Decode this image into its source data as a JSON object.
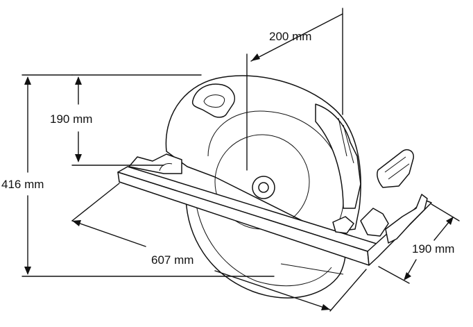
{
  "dimensions": {
    "depth_top": "200 mm",
    "cut_height": "190 mm",
    "overall_height": "416 mm",
    "length": "607 mm",
    "width": "190 mm"
  }
}
